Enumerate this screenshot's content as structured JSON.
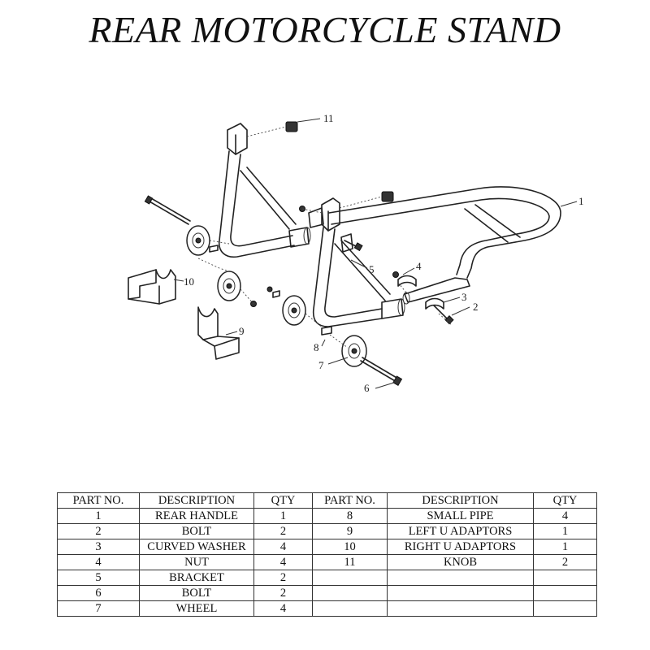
{
  "title": "REAR MOTORCYCLE STAND",
  "diagram": {
    "callouts": [
      "1",
      "2",
      "3",
      "4",
      "5",
      "6",
      "7",
      "8",
      "9",
      "10",
      "11"
    ]
  },
  "table": {
    "headers": [
      "PART NO.",
      "DESCRIPTION",
      "QTY",
      "PART NO.",
      "DESCRIPTION",
      "QTY"
    ],
    "rows": [
      [
        "1",
        "REAR HANDLE",
        "1",
        "8",
        "SMALL PIPE",
        "4"
      ],
      [
        "2",
        "BOLT",
        "2",
        "9",
        "LEFT  U ADAPTORS",
        "1"
      ],
      [
        "3",
        "CURVED WASHER",
        "4",
        "10",
        "RIGHT  U ADAPTORS",
        "1"
      ],
      [
        "4",
        "NUT",
        "4",
        "11",
        "KNOB",
        "2"
      ],
      [
        "5",
        "BRACKET",
        "2",
        "",
        "",
        ""
      ],
      [
        "6",
        "BOLT",
        "2",
        "",
        "",
        ""
      ],
      [
        "7",
        "WHEEL",
        "4",
        "",
        "",
        ""
      ]
    ]
  }
}
